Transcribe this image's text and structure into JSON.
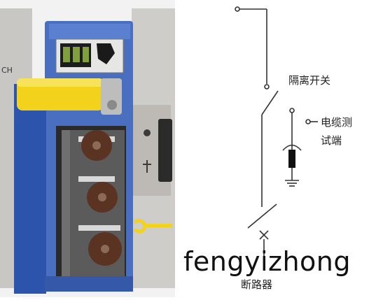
{
  "photo": {
    "edge_text": "CH",
    "colors": {
      "cabinet": "#4a6fc0",
      "cabinet_dark": "#1e3f8f",
      "panel": "#c8c6c3",
      "handle": "#f2d21a",
      "insulator": "#5a3322"
    },
    "icons": [
      "lock-icon",
      "earth-switch-icon"
    ]
  },
  "schematic": {
    "labels": {
      "isolator": "隔离开关",
      "cable_test_line1": "电缆测",
      "cable_test_line2": "试端",
      "breaker": "断路器"
    },
    "line_color": "#333333"
  },
  "watermark": "fengyizhong"
}
